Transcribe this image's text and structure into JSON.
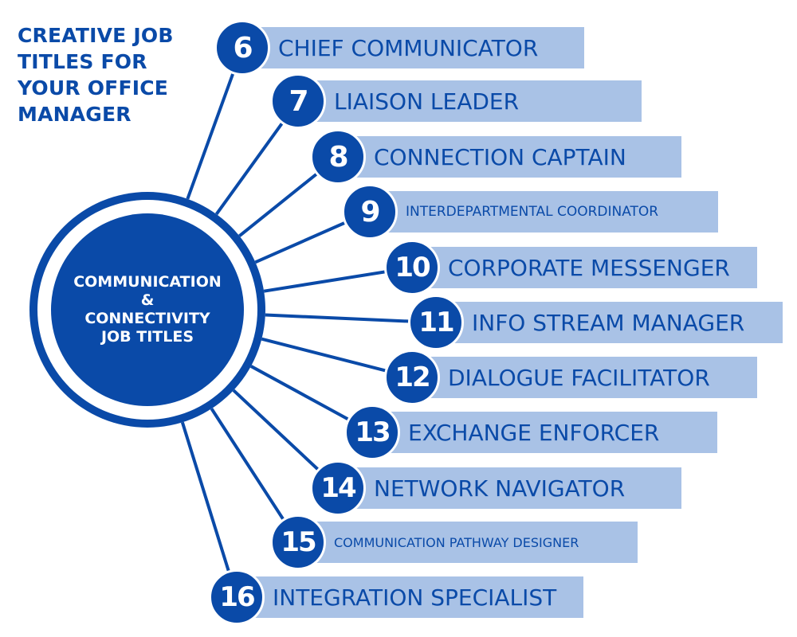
{
  "heading": {
    "lines": [
      "CREATIVE JOB",
      "TITLES FOR",
      "YOUR OFFICE",
      "MANAGER"
    ]
  },
  "hub": {
    "lines": [
      "COMMUNICATION",
      "&",
      "CONNECTIVITY",
      "JOB TITLES"
    ]
  },
  "items": [
    {
      "number": "6",
      "title": "CHIEF COMMUNICATOR"
    },
    {
      "number": "7",
      "title": "LIAISON LEADER"
    },
    {
      "number": "8",
      "title": "CONNECTION CAPTAIN"
    },
    {
      "number": "9",
      "title": "INTERDEPARTMENTAL COORDINATOR"
    },
    {
      "number": "10",
      "title": "CORPORATE MESSENGER"
    },
    {
      "number": "11",
      "title": "INFO STREAM MANAGER"
    },
    {
      "number": "12",
      "title": "DIALOGUE FACILITATOR"
    },
    {
      "number": "13",
      "title": "EXCHANGE ENFORCER"
    },
    {
      "number": "14",
      "title": "NETWORK NAVIGATOR"
    },
    {
      "number": "15",
      "title": "COMMUNICATION PATHWAY DESIGNER"
    },
    {
      "number": "16",
      "title": "INTEGRATION SPECIALIST"
    }
  ],
  "colors": {
    "primary": "#0a4aa8",
    "bar": "#a9c2e6",
    "background": "#ffffff"
  }
}
